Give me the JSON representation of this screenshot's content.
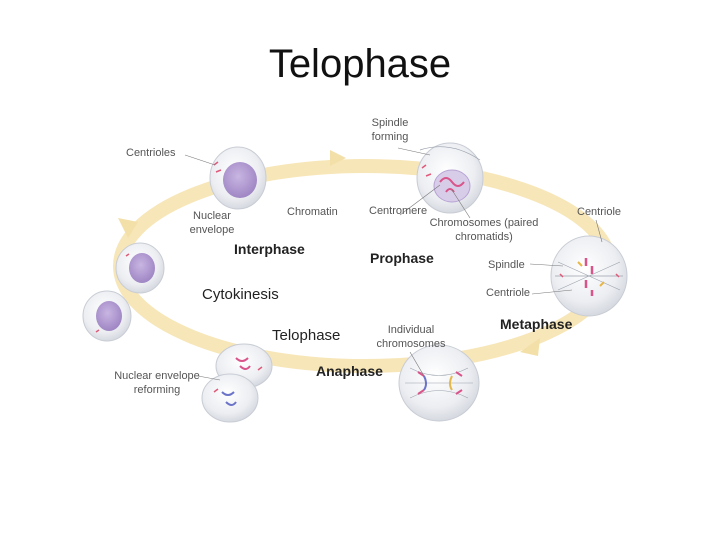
{
  "title": "Telophase",
  "phases": {
    "interphase": "Interphase",
    "prophase": "Prophase",
    "metaphase": "Metaphase",
    "anaphase": "Anaphase",
    "telophase": "Telophase",
    "cytokinesis": "Cytokinesis"
  },
  "labels": {
    "spindle_forming": "Spindle forming",
    "centrioles": "Centrioles",
    "nuclear_envelope": "Nuclear envelope",
    "chromatin": "Chromatin",
    "centromere": "Centromere",
    "chromosomes_paired": "Chromosomes (paired chromatids)",
    "centriole_top": "Centriole",
    "spindle": "Spindle",
    "centriole_mid": "Centriole",
    "individual_chromosomes": "Individual chromosomes",
    "nuclear_envelope_reforming": "Nuclear envelope reforming"
  },
  "colors": {
    "cycle_ring": "#f7e6b8",
    "cell_fill": "#eceef2",
    "cell_edge": "#c8ccd4",
    "nucleus": "#b7a2d3",
    "chromosome": "#d9548a",
    "centriole": "#e05a7a",
    "arrow_head": "#f3dfa8"
  }
}
